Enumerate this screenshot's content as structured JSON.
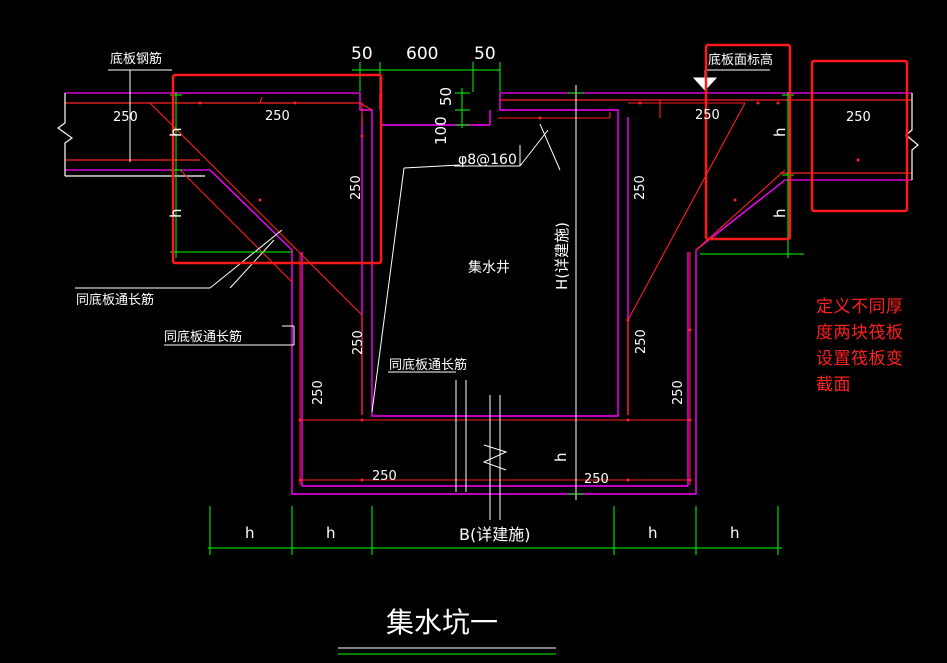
{
  "colors": {
    "background": "#000000",
    "magenta": "#ff00ff",
    "red": "#ff2020",
    "white": "#ffffff",
    "green": "#00ff00",
    "yellow": "#ffff33",
    "annotation": "#ff2020"
  },
  "dims_top": {
    "left": "50",
    "mid": "600",
    "right": "50",
    "depth1": "50",
    "depth2": "100"
  },
  "labels": {
    "bottom_rebar": "底板钢筋",
    "slab_top_elev": "底板面标高",
    "through_rebar_1": "同底板通长筋",
    "through_rebar_2": "同底板通长筋",
    "through_rebar_3": "同底板通长筋",
    "stirrup": "φ8@160",
    "pit_name": "集水井",
    "height_label": "H(详建施)",
    "width_label": "B(详建施)",
    "title": "集水坑一"
  },
  "dims": {
    "d250": "250",
    "h": "h"
  },
  "bottom_dims": [
    "h",
    "h",
    "h",
    "h"
  ],
  "annotation": {
    "line1": "定义不同厚",
    "line2": "度两块筏板",
    "line3": "设置筏板变",
    "line4": "截面"
  }
}
